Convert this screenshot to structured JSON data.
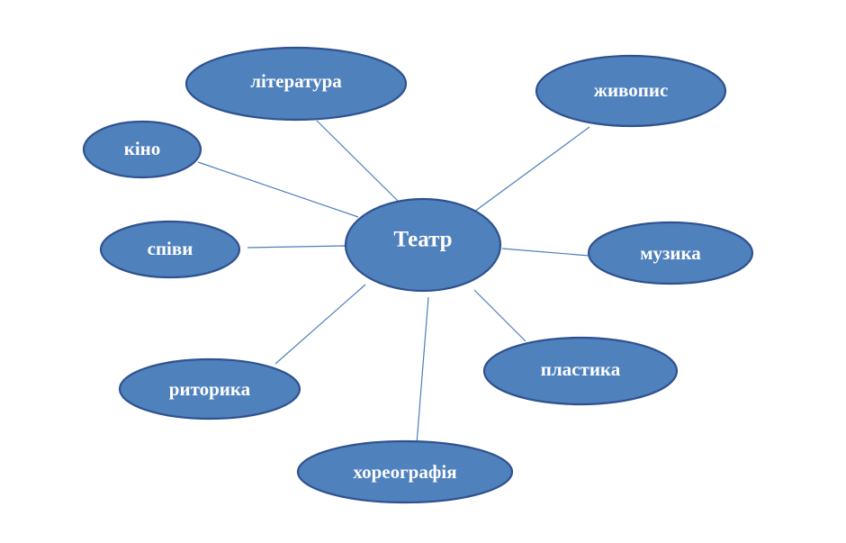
{
  "diagram": {
    "colors": {
      "node_fill": "#4f81bd",
      "node_stroke": "#2f528f",
      "connector": "#4a7ebb",
      "label": "#ffffff"
    },
    "center": {
      "label": "Театр"
    },
    "nodes": [
      {
        "key": "literature",
        "label": "література"
      },
      {
        "key": "painting",
        "label": "живопис"
      },
      {
        "key": "cinema",
        "label": "кіно"
      },
      {
        "key": "singing",
        "label": "співи"
      },
      {
        "key": "music",
        "label": "музика"
      },
      {
        "key": "plastics",
        "label": "пластика"
      },
      {
        "key": "rhetoric",
        "label": "риторика"
      },
      {
        "key": "choreography",
        "label": "хореографія"
      }
    ]
  }
}
